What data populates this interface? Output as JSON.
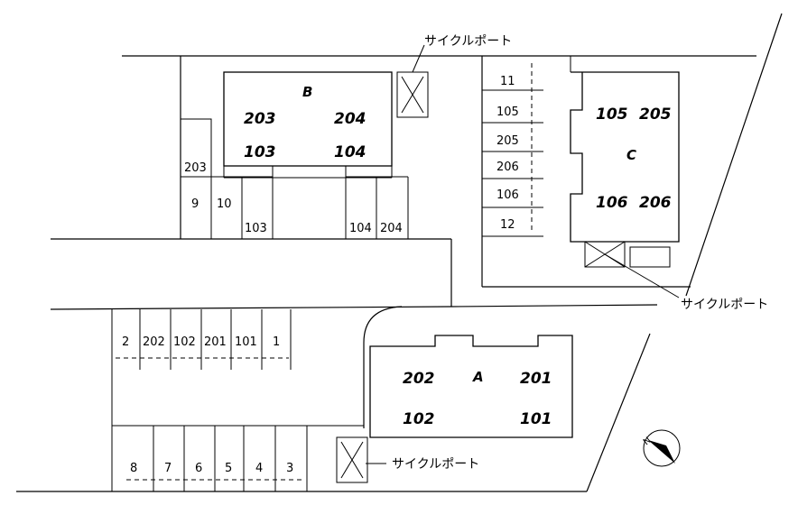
{
  "cycle_port_label": "サイクルポート",
  "building_b": {
    "name": "B",
    "units": [
      "203",
      "204",
      "103",
      "104"
    ]
  },
  "building_c": {
    "name": "C",
    "units": [
      "105",
      "205",
      "106",
      "206"
    ]
  },
  "building_a": {
    "name": "A",
    "units": [
      "202",
      "201",
      "102",
      "101"
    ]
  },
  "parking_b_area": {
    "upper": "203",
    "row": [
      "9",
      "10",
      "103",
      "104",
      "204"
    ]
  },
  "parking_c_area": [
    "11",
    "105",
    "205",
    "206",
    "106",
    "12"
  ],
  "parking_mid_row": [
    "2",
    "202",
    "102",
    "201",
    "101",
    "1"
  ],
  "parking_bottom_row": [
    "8",
    "7",
    "6",
    "5",
    "4",
    "3"
  ]
}
